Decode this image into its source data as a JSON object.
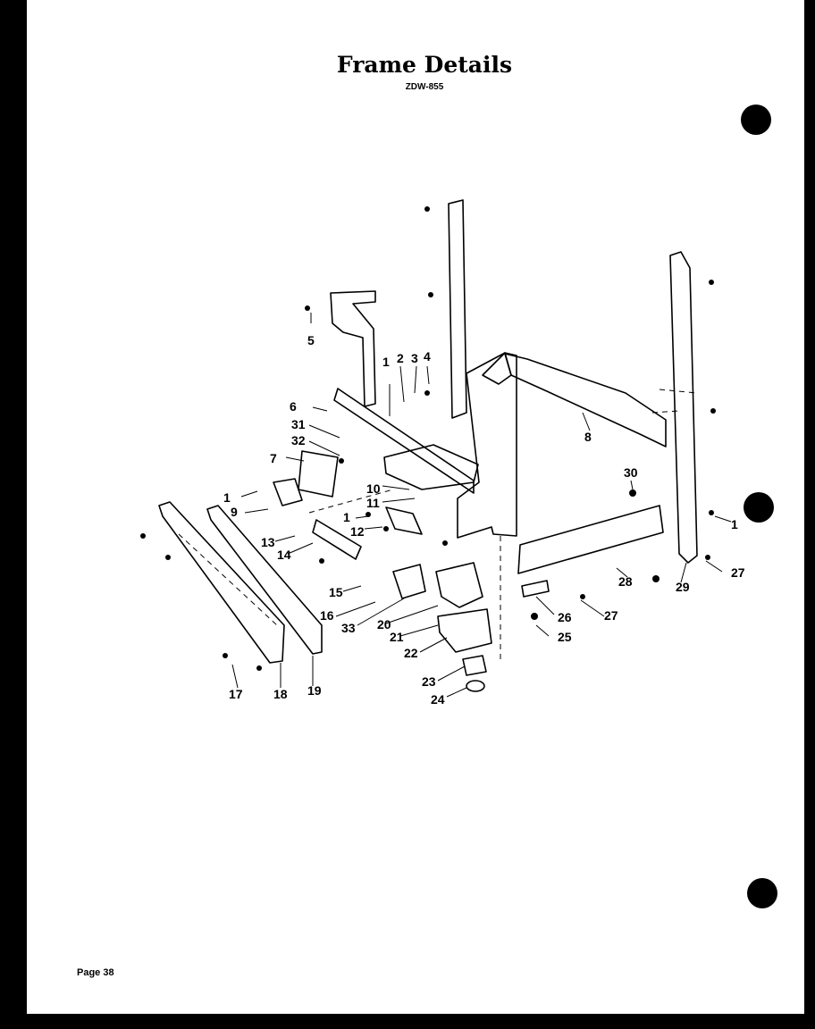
{
  "header": {
    "title": "Frame Details",
    "model": "ZDW-855"
  },
  "footer": {
    "page": "Page 38"
  },
  "callouts": [
    "1",
    "2",
    "3",
    "4",
    "5",
    "6",
    "7",
    "8",
    "9",
    "10",
    "11",
    "12",
    "13",
    "14",
    "15",
    "16",
    "17",
    "18",
    "19",
    "20",
    "21",
    "22",
    "23",
    "24",
    "25",
    "26",
    "27",
    "28",
    "29",
    "30",
    "31",
    "32",
    "33"
  ],
  "colors": {
    "page": "#ffffff",
    "background": "#000000",
    "ink": "#000000"
  }
}
